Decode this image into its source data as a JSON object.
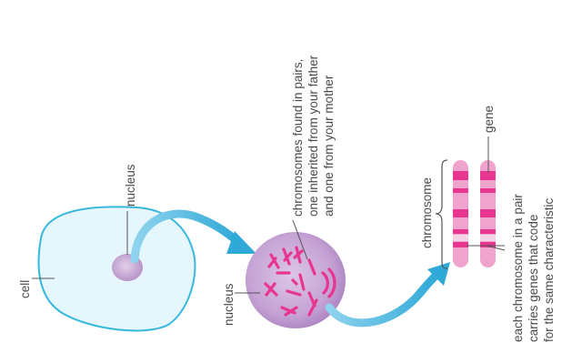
{
  "labels": {
    "cell": "cell",
    "nucleus_top": "nucleus",
    "nucleus_left": "nucleus",
    "chromosome": "chromosome",
    "gene": "gene",
    "chromosomes_line1": "chromosomes found in pairs,",
    "chromosomes_line2": "one inherited from your father",
    "chromosomes_line3": "and one from your mother",
    "pair_line1": "each chromosome in a pair",
    "pair_line2": "carries genes that code",
    "pair_line3": "for the same characteristic"
  },
  "colors": {
    "cell_fill": "#e6f6fd",
    "cell_stroke": "#36b8dd",
    "small_nucleus": "#c9a9d3",
    "big_nucleus": "#c7a6d6",
    "chromosome_pink": "#e8358f",
    "chromosome_light": "#f0a3cd",
    "arrow": "#3eb4dd",
    "text": "#4a4a4a"
  }
}
